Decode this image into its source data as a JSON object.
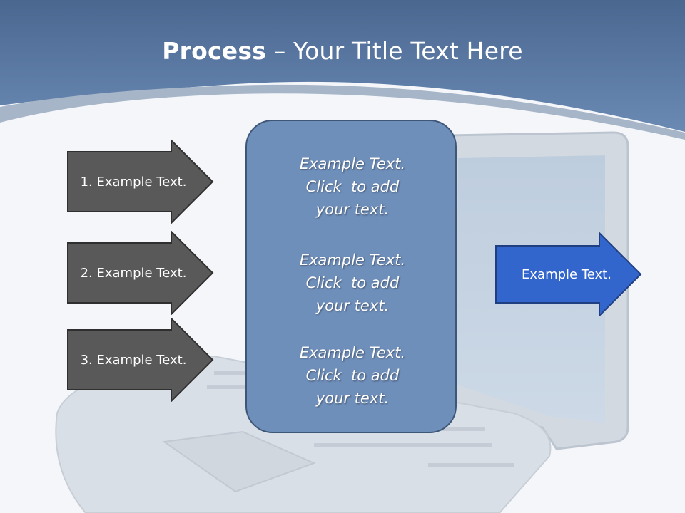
{
  "slide": {
    "title_bold": "Process",
    "title_rest": " – Your Title Text Here",
    "colors": {
      "header_band": "#5b7aa6",
      "input_arrow_fill": "#595959",
      "center_box_fill": "#6f8fbb",
      "output_arrow_fill": "#3366cc"
    },
    "input_arrows": [
      {
        "label": "1. Example Text."
      },
      {
        "label": "2. Example Text."
      },
      {
        "label": "3. Example Text."
      }
    ],
    "center_box": {
      "blocks": [
        {
          "line1": "Example Text.",
          "line2": "Click  to add",
          "line3": "your text."
        },
        {
          "line1": "Example Text.",
          "line2": "Click  to add",
          "line3": "your text."
        },
        {
          "line1": "Example Text.",
          "line2": "Click  to add",
          "line3": "your text."
        }
      ]
    },
    "output_arrow": {
      "label": "Example Text."
    },
    "background_image": "laptop-photo"
  }
}
